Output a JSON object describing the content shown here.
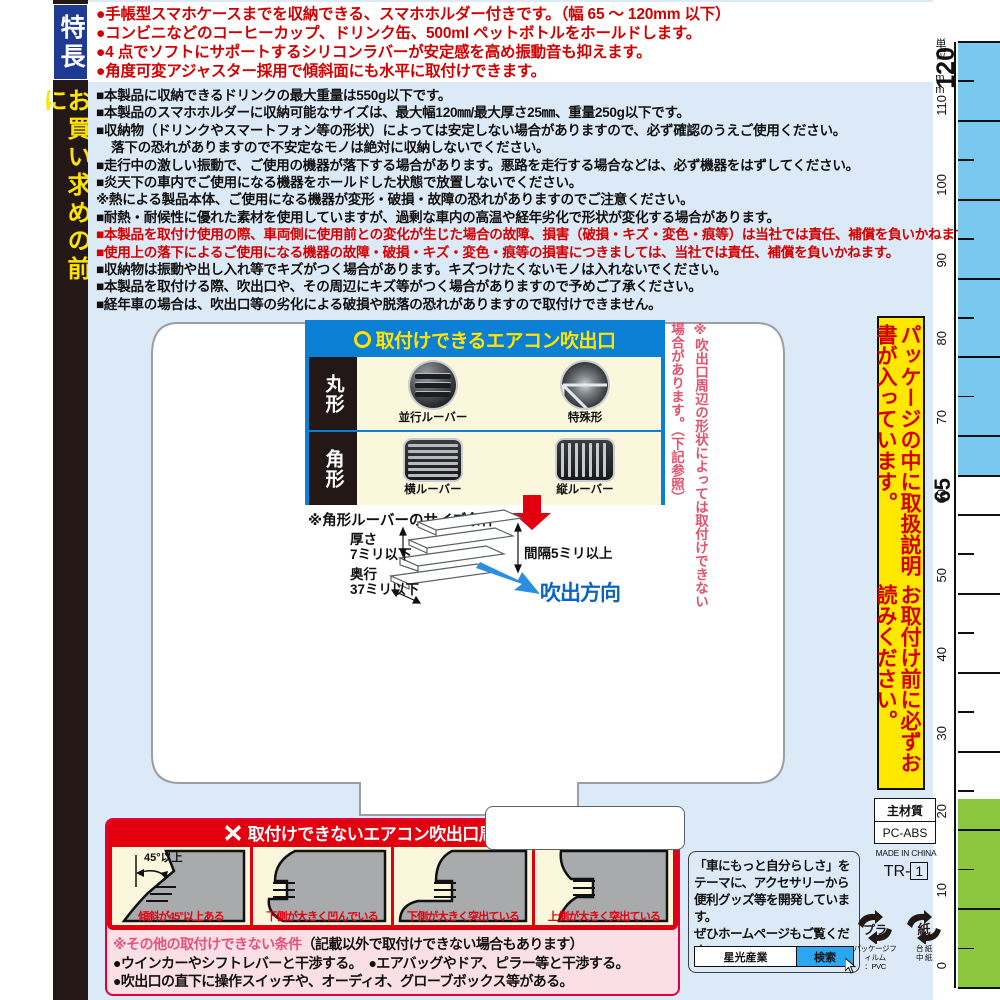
{
  "sidebar": {
    "feature_label": "特長",
    "before_label": "お買い求めの前に"
  },
  "features": [
    {
      "text": "●手帳型スマホケースまでを収納できる、スマホホルダー付きです。（幅 65 ～ 120mm 以下）",
      "red_head": "手帳型スマホケースまでを収納できる"
    },
    {
      "text": "●コンビニなどのコーヒーカップ、ドリンク缶、500ml ペットボトルをホールドします。",
      "red_head": "コンビニなどのコーヒーカップ"
    },
    {
      "text": "●4 点でソフトにサポートするシリコンラバーが安定感を高め振動音も抑えます。",
      "red_head": "4 点でソフトにサポート"
    },
    {
      "text": "●角度可変アジャスター採用で傾斜面にも水平に取付けできます。",
      "red_head": "角度可変アジャスター採用"
    }
  ],
  "notes": [
    {
      "text": "■本製品に収納できるドリンクの最大重量は550g以下です。",
      "red": false,
      "indent": false
    },
    {
      "text": "■本製品のスマホホルダーに収納可能なサイズは、最大幅120㎜/最大厚さ25㎜、重量250g以下です。",
      "red": false,
      "indent": false
    },
    {
      "text": "■収納物（ドリンクやスマートフォン等の形状）によっては安定しない場合がありますので、必ず確認のうえご使用ください。",
      "red": false,
      "indent": false
    },
    {
      "text": "落下の恐れがありますので不安定なモノは絶対に収納しないでください。",
      "red": false,
      "indent": true
    },
    {
      "text": "■走行中の激しい振動で、ご使用の機器が落下する場合があります。悪路を走行する場合などは、必ず機器をはずしてください。",
      "red": false,
      "indent": false
    },
    {
      "text": "■炎天下の車内でご使用になる機器をホールドした状態で放置しないでください。",
      "red": false,
      "indent": false
    },
    {
      "text": "※熱による製品本体、ご使用になる機器が変形・破損・故障の恐れがありますのでご注意ください。",
      "red": false,
      "indent": false
    },
    {
      "text": "■耐熱・耐候性に優れた素材を使用していますが、過剰な車内の高温や経年劣化で形状が変化する場合があります。",
      "red": false,
      "indent": false
    },
    {
      "text": "■本製品を取付け使用の際、車両側に使用前との変化が生じた場合の故障、損害（破損・キズ・変色・痕等）は当社では責任、補償を負いかねます。",
      "red": true,
      "indent": false
    },
    {
      "text": "■使用上の落下によるご使用になる機器の故障・破損・キズ・変色・痕等の損害につきましては、当社では責任、補償を負いかねます。",
      "red": true,
      "indent": false
    },
    {
      "text": "■収納物は振動や出し入れ等でキズがつく場合があります。キズつけたくないモノは入れないでください。",
      "red": false,
      "indent": false
    },
    {
      "text": "■本製品を取付ける際、吹出口や、その周辺にキズ等がつく場合がありますので予めご了承ください。",
      "red": false,
      "indent": false
    },
    {
      "text": "■経年車の場合は、吹出口等の劣化による破損や脱落の恐れがありますので取付けできません。",
      "red": false,
      "indent": false
    }
  ],
  "ok_table": {
    "title": "取付けできるエアコン吹出口",
    "rows": [
      {
        "category": "丸形",
        "cells": [
          {
            "caption": "並行ルーバー",
            "art": "round-parallel-louver-vent"
          },
          {
            "caption": "特殊形",
            "art": "round-special-vent"
          }
        ]
      },
      {
        "category": "角形",
        "cells": [
          {
            "caption": "横ルーバー",
            "art": "square-horizontal-louver-vent"
          },
          {
            "caption": "縦ルーバー",
            "art": "square-vertical-louver-vent"
          }
        ]
      }
    ]
  },
  "louver": {
    "title": "※角形ルーバーのサイズ条件",
    "thickness": "厚さ\n7ミリ以下",
    "thickness_l1": "厚さ",
    "thickness_l2": "7ミリ以下",
    "depth_l1": "奥行",
    "depth_l2": "37ミリ以下",
    "gap": "間隔5ミリ以上",
    "direction": "吹出方向"
  },
  "vertical_caution": "※吹出口周辺の形状によっては取付けできない場合があります。（下記参照）",
  "yellow_banner": {
    "line1": "パッケージの中に取扱説明書が入っています。",
    "line2": "お取付け前に必ずお読みください。"
  },
  "ng_section": {
    "title": "取付けできないエアコン吹出口周辺の形状",
    "cells": [
      {
        "caption": "傾斜が45°以上ある",
        "note": "45°以上",
        "art": "slope-over-45"
      },
      {
        "caption": "下側が大きく凹んでいる",
        "art": "lower-recessed"
      },
      {
        "caption": "下側が大きく突出ている",
        "art": "lower-protruding"
      },
      {
        "caption": "上側が大きく突出ている",
        "art": "upper-protruding"
      }
    ],
    "other_heading": "※その他の取付けできない条件",
    "other_note": "（記載以外で取付けできない場合もあります）",
    "other_items": [
      "●ウインカーやシフトレバーと干渉する。　●エアバッグやドア、ピラー等と干渉する。",
      "●吹出口の直下に操作スイッチや、オーディオ、グローブボックス等がある。"
    ]
  },
  "company_box": {
    "line1": "「車にもっと自分らしさ」を",
    "line2": "テーマに、アクセサリーから",
    "line3": "便利グッズ等を開発しています。",
    "line4": "ぜひホームページもご覧ください。",
    "company_name": "星光産業",
    "search_label": "検索"
  },
  "material": {
    "header": "主材質",
    "value": "PC-ABS",
    "made_in": "MADE IN CHINA",
    "tr_prefix": "TR-",
    "tr_number": "1"
  },
  "recycling": [
    {
      "mark": "plastic-recycle-icon",
      "glyph": "プラ",
      "cap1": "パッケージフィルム",
      "cap2": "：PVC"
    },
    {
      "mark": "paper-recycle-icon",
      "glyph": "紙",
      "cap1": "台 紙",
      "cap2": "中 紙"
    }
  ],
  "ruler": {
    "unit": "単位 mm",
    "max_label": "120",
    "highlight_label": "65",
    "major_ticks": [
      0,
      10,
      20,
      30,
      40,
      50,
      60,
      70,
      80,
      90,
      100,
      110,
      120
    ],
    "minor_ticks": [
      5,
      15,
      25,
      35,
      45,
      55,
      75,
      85,
      95,
      105,
      115
    ],
    "blue_range": [
      65,
      120
    ],
    "green_range": [
      0,
      24
    ]
  },
  "colors": {
    "panel_bg": "#dceaf7",
    "accent_blue": "#0b7fd4",
    "accent_red": "#e2000f",
    "warn_red": "#d30000",
    "banner_yellow": "#ffe800",
    "spine_black": "#231815",
    "ruler_blue": "#79c8ef",
    "ruler_green": "#8cc63e",
    "cream": "#fbf7dc"
  }
}
